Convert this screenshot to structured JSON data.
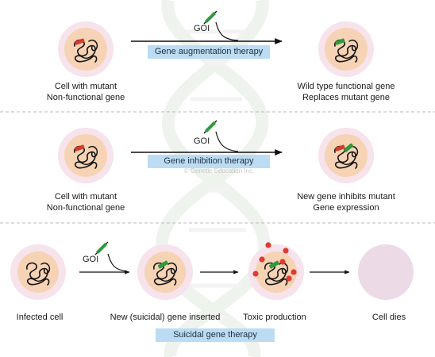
{
  "watermark": "© Genetic Education Inc.",
  "sections": [
    {
      "therapy_label": "Gene augmentation therapy",
      "goi": "GOI",
      "left_caption": [
        "Cell with mutant",
        "Non-functional gene"
      ],
      "right_caption": [
        "Wild type functional gene",
        "Replaces mutant gene"
      ]
    },
    {
      "therapy_label": "Gene inhibition therapy",
      "goi": "GOI",
      "left_caption": [
        "Cell with mutant",
        "Non-functional gene"
      ],
      "right_caption": [
        "New gene inhibits mutant",
        "Gene expression"
      ]
    },
    {
      "therapy_label": "Suicidal gene therapy",
      "goi": "GOI",
      "captions": [
        "Infected cell",
        "New (suicidal) gene inserted",
        "Toxic production",
        "Cell dies"
      ]
    }
  ],
  "colors": {
    "cell_outer": "#f7e3eb",
    "cell_nucleus": "#f6d3b4",
    "mutant_gene": "#d63c2a",
    "functional_gene": "#2e9a3c",
    "toxin": "#e03a32",
    "dead_cell": "#ecdbe6",
    "label_box": "#bcdcf3",
    "divider": "#b9b9b9"
  }
}
